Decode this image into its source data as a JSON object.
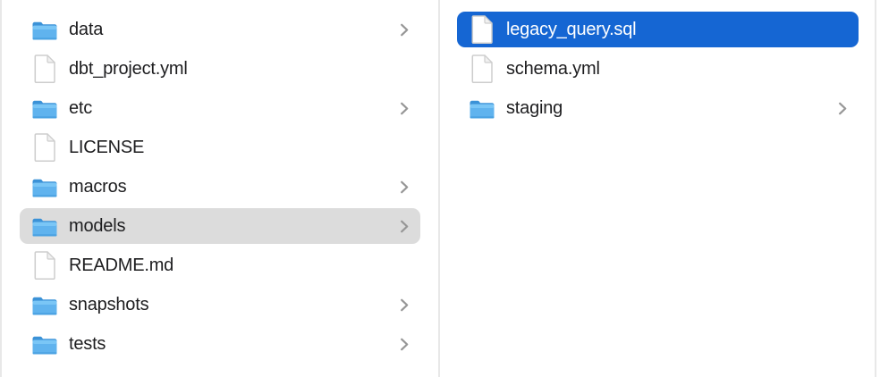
{
  "window": {
    "kind": "finder-column-browser"
  },
  "columns": [
    {
      "id": "left",
      "items": [
        {
          "label": "data",
          "type": "folder",
          "chevron": true,
          "selected": null
        },
        {
          "label": "dbt_project.yml",
          "type": "file",
          "chevron": false,
          "selected": null
        },
        {
          "label": "etc",
          "type": "folder",
          "chevron": true,
          "selected": null
        },
        {
          "label": "LICENSE",
          "type": "file",
          "chevron": false,
          "selected": null
        },
        {
          "label": "macros",
          "type": "folder",
          "chevron": true,
          "selected": null
        },
        {
          "label": "models",
          "type": "folder",
          "chevron": true,
          "selected": "inactive"
        },
        {
          "label": "README.md",
          "type": "file",
          "chevron": false,
          "selected": null
        },
        {
          "label": "snapshots",
          "type": "folder",
          "chevron": true,
          "selected": null
        },
        {
          "label": "tests",
          "type": "folder",
          "chevron": true,
          "selected": null
        }
      ]
    },
    {
      "id": "right",
      "items": [
        {
          "label": "legacy_query.sql",
          "type": "file",
          "chevron": false,
          "selected": "active"
        },
        {
          "label": "schema.yml",
          "type": "file",
          "chevron": false,
          "selected": null
        },
        {
          "label": "staging",
          "type": "folder",
          "chevron": true,
          "selected": null
        }
      ]
    }
  ],
  "colors": {
    "sel_active": "#1566d3",
    "sel_inactive": "#dcdcdc",
    "divider": "#e8e8e8",
    "text": "#1d1d1f",
    "text_selected": "#ffffff",
    "chevron": "#969696",
    "folder_back": "#3b92d7",
    "folder_front": "#60b3ee",
    "folder_hi": "#7ac6f6",
    "folder_lip": "#4aa2e2",
    "doc_border": "#cdcdcd"
  },
  "icons": {
    "folder": "folder-icon",
    "document": "document-icon",
    "chevron": "chevron-right-icon"
  }
}
